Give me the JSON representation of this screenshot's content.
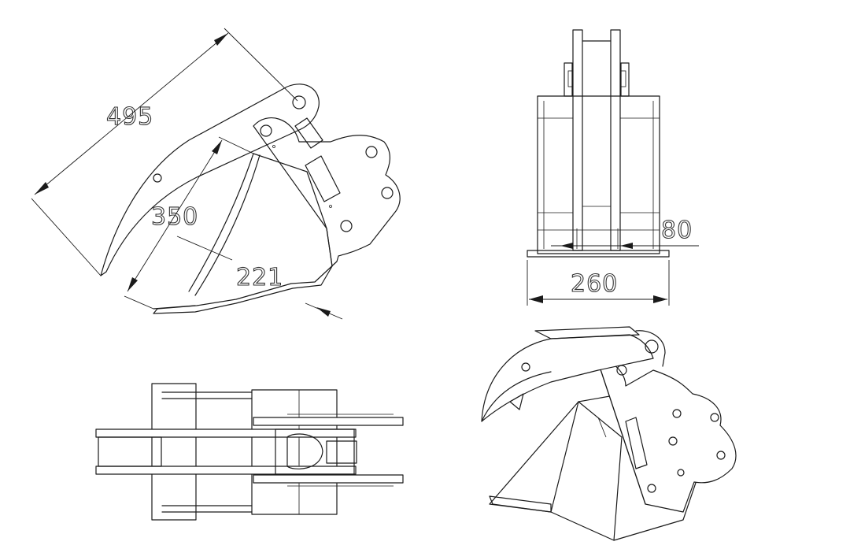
{
  "views": {
    "side": {
      "dimensions": {
        "overall_length": "495",
        "bucket_depth": "350",
        "lip_width": "221"
      }
    },
    "front": {
      "dimensions": {
        "width": "260",
        "offset": "80"
      }
    },
    "top": {},
    "isometric": {}
  },
  "colors": {
    "line": "#1a1a1a",
    "background": "#ffffff"
  }
}
